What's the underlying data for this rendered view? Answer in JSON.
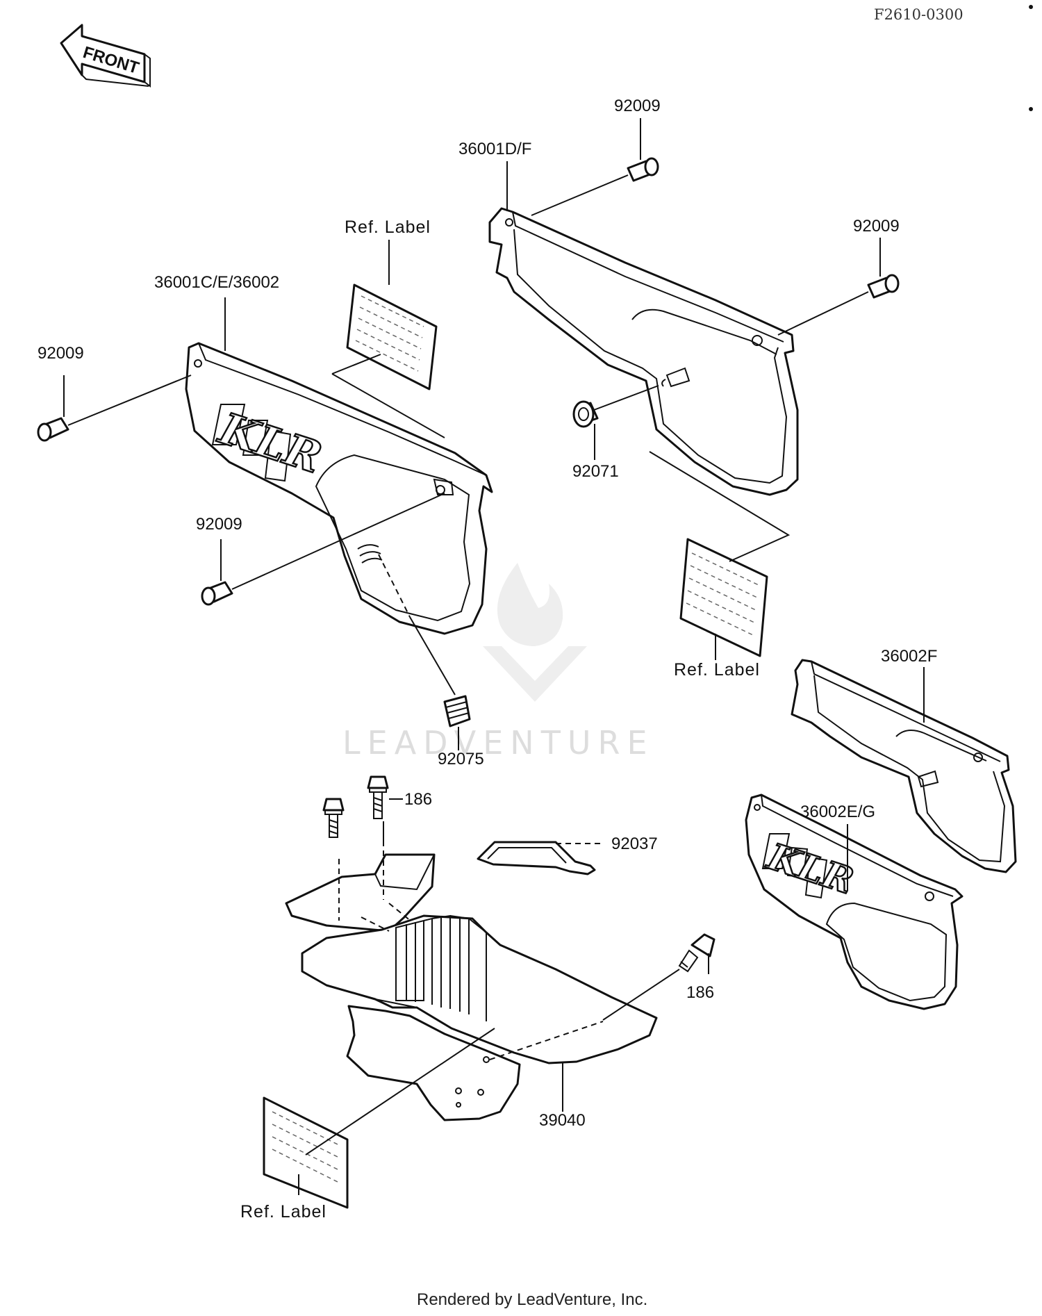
{
  "diagram_code": "F2610-0300",
  "front_arrow": {
    "text": "FRONT"
  },
  "watermark": {
    "text": "LEADVENTURE"
  },
  "footer": {
    "text": "Rendered by LeadVenture, Inc."
  },
  "callouts": {
    "screw_top_center": "92009",
    "cover_right_upper": "36001D/F",
    "screw_right_upper": "92009",
    "ref_label_upper": "Ref. Label",
    "cover_left": "36001C/E/36002",
    "screw_left_upper": "92009",
    "screw_left_lower": "92009",
    "grommet_upper": "92071",
    "ref_label_middle": "Ref. Label",
    "cover_right_lower": "36002F",
    "grommet_lower": "92075",
    "bolt_upper": "186",
    "bracket_clip": "92037",
    "cover_right_lower_front": "36002E/G",
    "bolt_lower": "186",
    "skid_plate": "39040",
    "ref_label_lower": "Ref. Label"
  },
  "logo": {
    "text": "KLR"
  },
  "colors": {
    "ink": "#111111",
    "watermark": "#dddddd",
    "background": "#ffffff"
  }
}
